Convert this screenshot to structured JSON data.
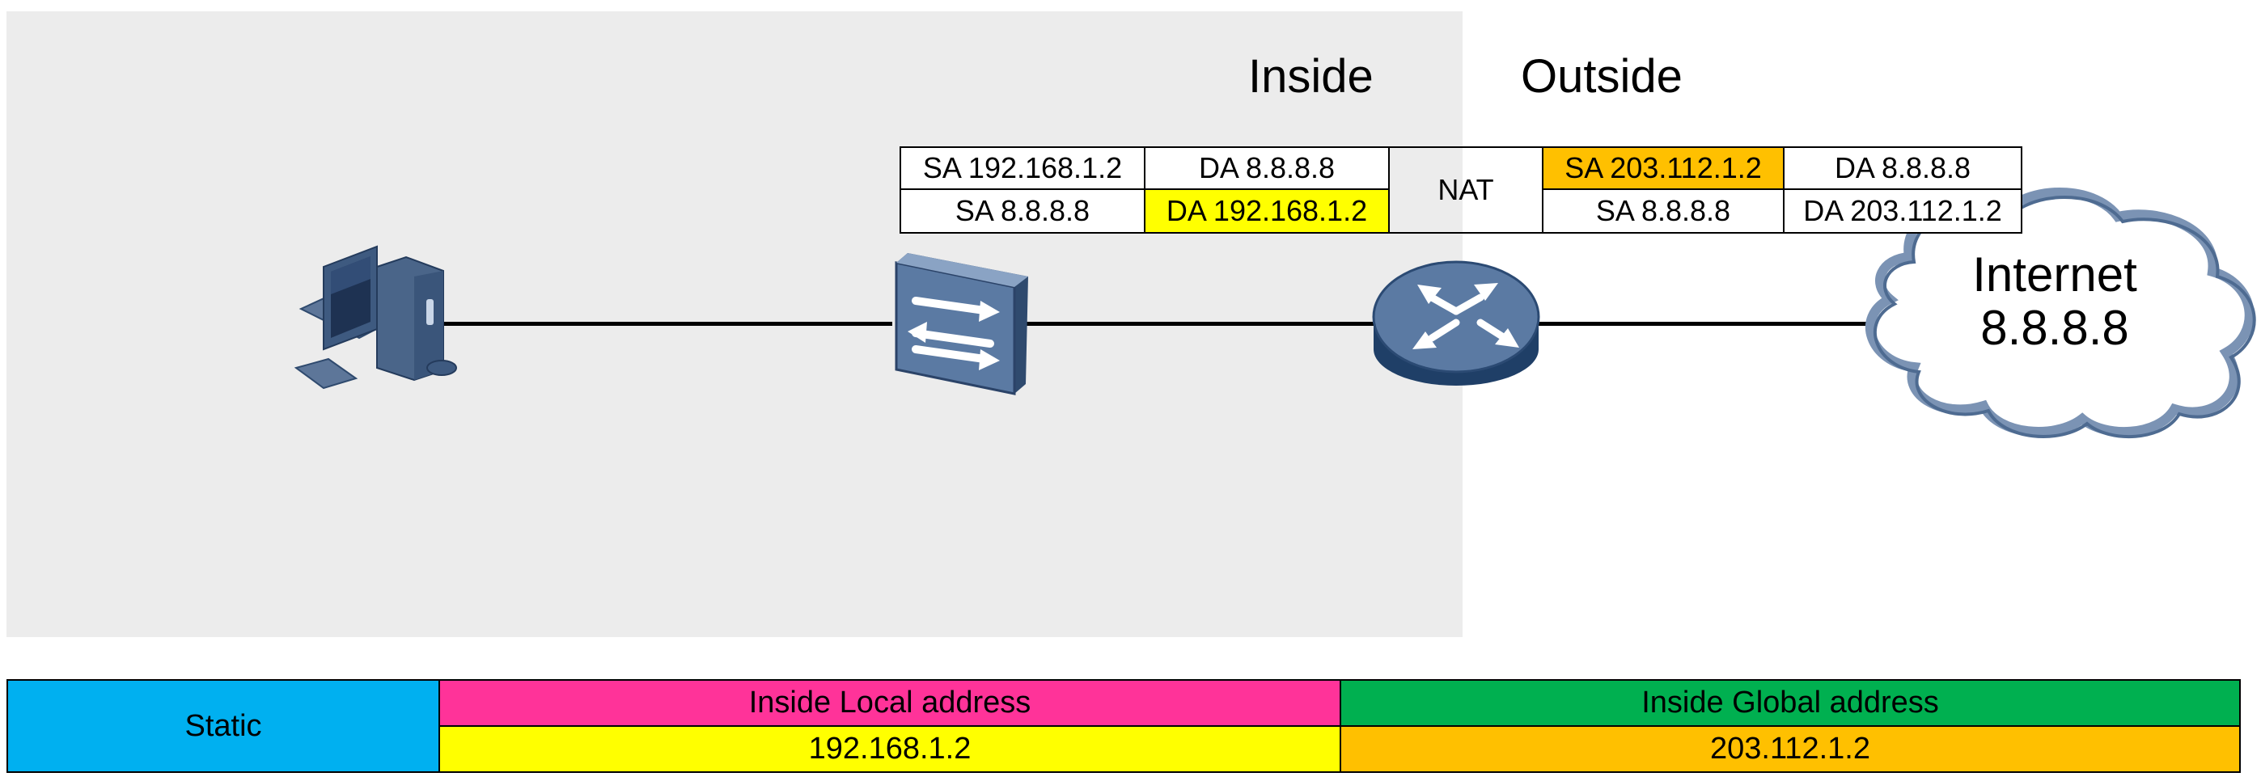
{
  "zones": {
    "inside": "Inside",
    "outside": "Outside"
  },
  "packets": {
    "inside_row1": {
      "sa": "SA 192.168.1.2",
      "da": "DA 8.8.8.8"
    },
    "inside_row2": {
      "sa": "SA 8.8.8.8",
      "da": "DA 192.168.1.2"
    },
    "nat": "NAT",
    "outside_row1": {
      "sa": "SA 203.112.1.2",
      "da": "DA 8.8.8.8"
    },
    "outside_row2": {
      "sa": "SA 8.8.8.8",
      "da": "DA 203.112.1.2"
    }
  },
  "internet": {
    "name": "Internet",
    "ip": "8.8.8.8"
  },
  "mapping_table": {
    "type": "Static",
    "inside_local_header": "Inside Local address",
    "inside_global_header": "Inside Global address",
    "inside_local_value": "192.168.1.2",
    "inside_global_value": "203.112.1.2"
  },
  "colors": {
    "inside_zone": "#ececec",
    "highlight_yellow": "#ffff00",
    "highlight_orange": "#ffc000",
    "static_blue": "#00b0f0",
    "local_header_pink": "#ff3399",
    "global_header_green": "#00b050",
    "device_blue": "#4a6589"
  },
  "icons": [
    "pc-icon",
    "switch-icon",
    "router-icon",
    "internet-cloud-icon"
  ]
}
